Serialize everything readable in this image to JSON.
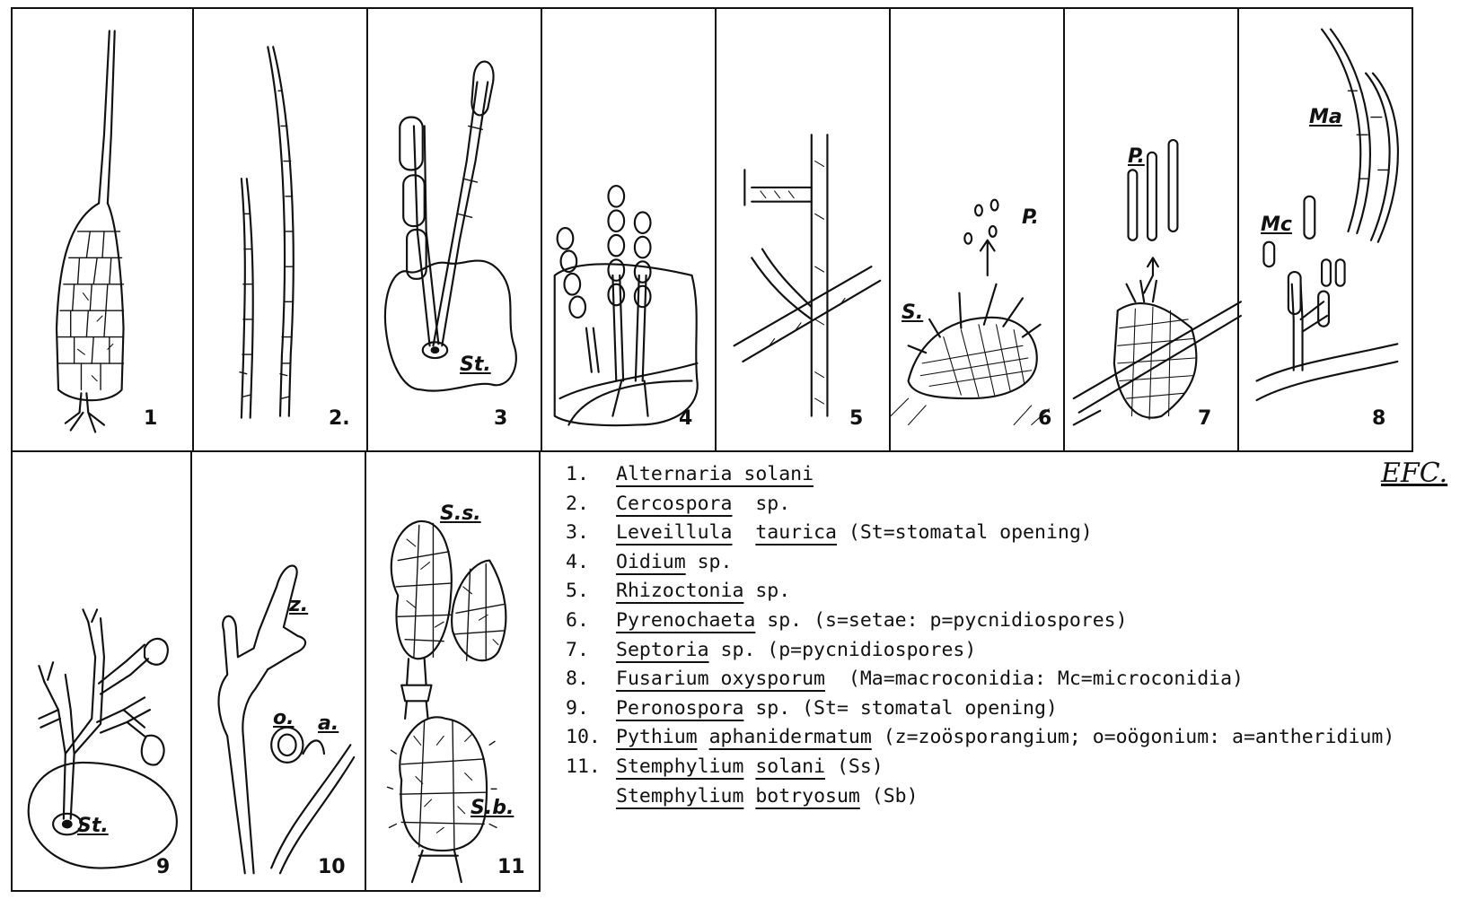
{
  "panels": {
    "p1": {
      "number": "1"
    },
    "p2": {
      "number": "2."
    },
    "p3": {
      "number": "3",
      "label": "St."
    },
    "p4": {
      "number": "4"
    },
    "p5": {
      "number": "5"
    },
    "p6": {
      "number": "6",
      "label_s": "S.",
      "label_p": "P."
    },
    "p7": {
      "number": "7",
      "label_p": "P."
    },
    "p8": {
      "number": "8",
      "label_ma": "Ma",
      "label_mc": "Mc"
    },
    "p9": {
      "number": "9",
      "label": "St."
    },
    "p10": {
      "number": "10",
      "label_z": "z.",
      "label_o": "o.",
      "label_a": "a."
    },
    "p11": {
      "number": "11",
      "label_ss": "S.s.",
      "label_sb": "S.b."
    }
  },
  "signature": "EFC.",
  "legend": [
    {
      "n": "1.",
      "parts": [
        {
          "t": "Alternaria solani",
          "u": true
        }
      ]
    },
    {
      "n": "2.",
      "parts": [
        {
          "t": "Cercospora",
          "u": true
        },
        {
          "t": "  sp.",
          "u": false
        }
      ]
    },
    {
      "n": "3.",
      "parts": [
        {
          "t": "Leveillula",
          "u": true
        },
        {
          "t": "  ",
          "u": false
        },
        {
          "t": "taurica",
          "u": true
        },
        {
          "t": " (St=stomatal opening)",
          "u": false
        }
      ]
    },
    {
      "n": "4.",
      "parts": [
        {
          "t": "Oidium",
          "u": true
        },
        {
          "t": " sp.",
          "u": false
        }
      ]
    },
    {
      "n": "5.",
      "parts": [
        {
          "t": "Rhizoctonia",
          "u": true
        },
        {
          "t": " sp.",
          "u": false
        }
      ]
    },
    {
      "n": "6.",
      "parts": [
        {
          "t": "Pyrenochaeta",
          "u": true
        },
        {
          "t": " sp. (s=setae: p=pycnidiospores)",
          "u": false
        }
      ]
    },
    {
      "n": "7.",
      "parts": [
        {
          "t": "Septoria",
          "u": true
        },
        {
          "t": " sp. (p=pycnidiospores)",
          "u": false
        }
      ]
    },
    {
      "n": "8.",
      "parts": [
        {
          "t": "Fusarium oxysporum",
          "u": true
        },
        {
          "t": "  (Ma=macroconidia: Mc=microconidia)",
          "u": false
        }
      ]
    },
    {
      "n": "9.",
      "parts": [
        {
          "t": "Peronospora",
          "u": true
        },
        {
          "t": " sp. (St= stomatal opening)",
          "u": false
        }
      ]
    },
    {
      "n": "10.",
      "parts": [
        {
          "t": "Pythium",
          "u": true
        },
        {
          "t": " ",
          "u": false
        },
        {
          "t": "aphanidermatum",
          "u": true
        },
        {
          "t": " (z=zoösporangium; o=oögonium: a=antheridium)",
          "u": false
        }
      ]
    },
    {
      "n": "11.",
      "parts": [
        {
          "t": "Stemphylium",
          "u": true
        },
        {
          "t": " ",
          "u": false
        },
        {
          "t": "solani",
          "u": true
        },
        {
          "t": " (Ss)",
          "u": false
        }
      ]
    },
    {
      "n": "",
      "parts": [
        {
          "t": "Stemphylium",
          "u": true
        },
        {
          "t": " ",
          "u": false
        },
        {
          "t": "botryosum",
          "u": true
        },
        {
          "t": " (Sb)",
          "u": false
        }
      ]
    }
  ]
}
